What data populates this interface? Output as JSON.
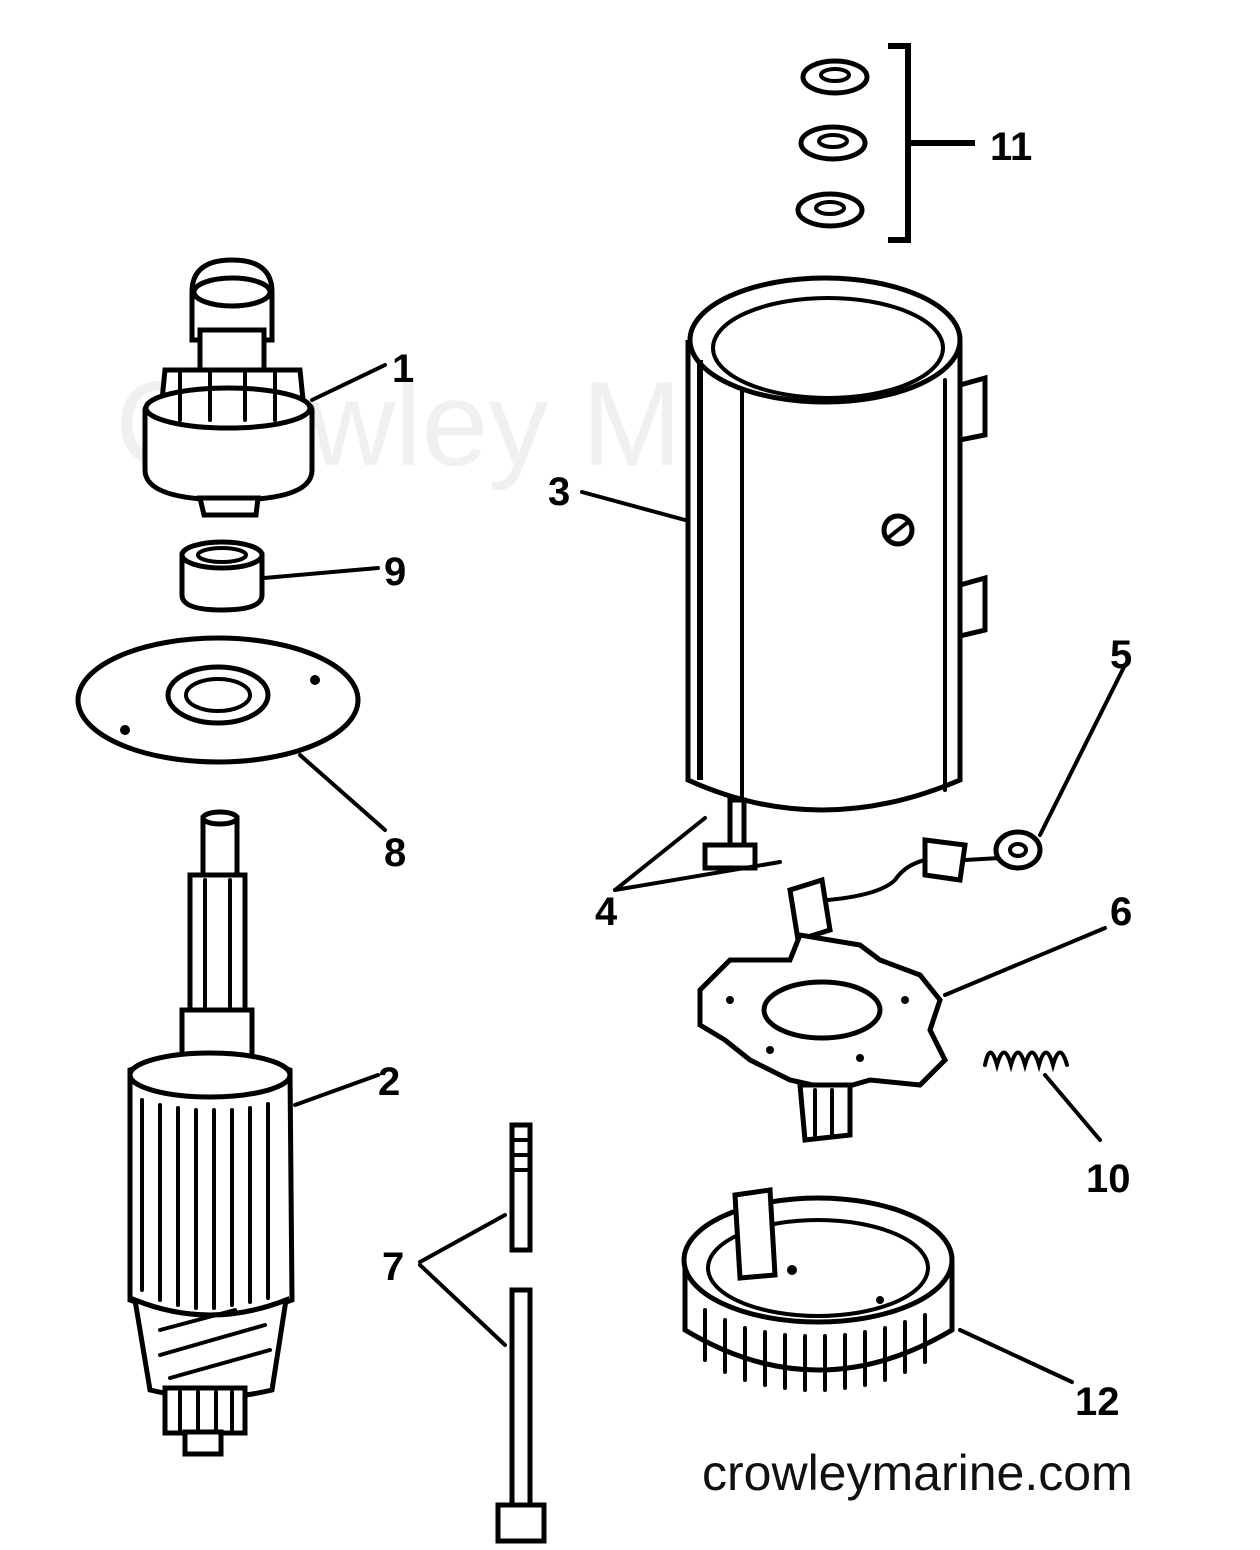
{
  "watermark": "Crowley Marine",
  "website": "crowleymarine.com",
  "callouts": {
    "c1": "1",
    "c2": "2",
    "c3": "3",
    "c4": "4",
    "c5": "5",
    "c6": "6",
    "c7": "7",
    "c8": "8",
    "c9": "9",
    "c10": "10",
    "c11": "11",
    "c12": "12"
  }
}
